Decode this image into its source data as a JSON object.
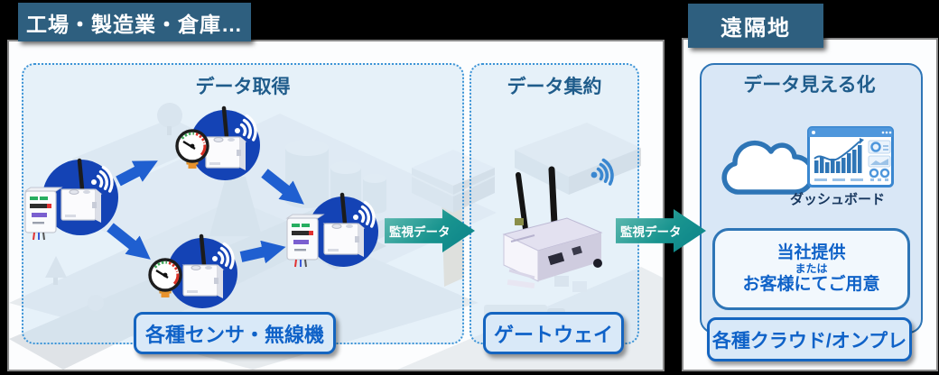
{
  "left_panel": {
    "title": "工場・製造業・倉庫…",
    "acquisition_zone": {
      "label": "データ取得",
      "caption": "各種センサ・無線機"
    },
    "aggregation_zone": {
      "label": "データ集約",
      "caption": "ゲートウェイ"
    }
  },
  "right_panel": {
    "title": "遠隔地",
    "visualization": {
      "label": "データ見える化",
      "dashboard_caption": "ダッシュボード",
      "provider_line1": "当社提供",
      "provider_line2": "または",
      "provider_line3": "お客様にてご用意",
      "caption": "各種クラウド/オンプレ"
    }
  },
  "arrows": {
    "monitor_data_1": "監視データ",
    "monitor_data_2": "監視データ"
  },
  "icons": {
    "sensor_node": "wifi-sensor-node",
    "gauge": "analog-pressure-gauge",
    "gateway": "two-antenna-gateway",
    "cloud": "cloud",
    "dashboard": "dashboard-screen",
    "wifi": "wifi-signal"
  },
  "colors": {
    "badge_bg": "#2e5f7f",
    "zone_border": "#3b93d6",
    "zone_label_text": "#1f5c8b",
    "caption_text": "#0f62c8",
    "node_circle": "#1443b5",
    "flow_arrow_blue": "#1f5fd0",
    "monitor_arrow_teal": "#0a8289",
    "panel_bg": "#fcfdfe"
  }
}
